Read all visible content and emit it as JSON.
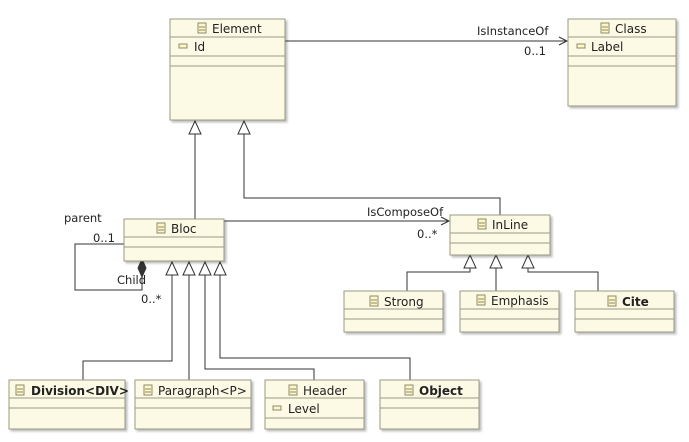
{
  "classes": {
    "element": {
      "name": "Element",
      "attributes": [
        "Id"
      ]
    },
    "class": {
      "name": "Class",
      "attributes": [
        "Label"
      ]
    },
    "bloc": {
      "name": "Bloc",
      "attributes": []
    },
    "inline": {
      "name": "InLine",
      "attributes": []
    },
    "strong": {
      "name": "Strong",
      "attributes": []
    },
    "emphasis": {
      "name": "Emphasis",
      "attributes": []
    },
    "cite": {
      "name": "Cite",
      "attributes": []
    },
    "division": {
      "name": "Division<DIV>",
      "attributes": []
    },
    "paragraph": {
      "name": "Paragraph<P>",
      "attributes": []
    },
    "header": {
      "name": "Header",
      "attributes": [
        "Level"
      ]
    },
    "object": {
      "name": "Object",
      "attributes": []
    }
  },
  "associations": {
    "is_instance_of": {
      "name": "IsInstanceOf",
      "multiplicity": "0..1"
    },
    "is_compose_of": {
      "name": "IsComposeOf",
      "multiplicity": "0..*"
    },
    "parent_child": {
      "parent_role": "parent",
      "parent_multiplicity": "0..1",
      "child_role": "Child",
      "child_multiplicity": "0..*"
    }
  },
  "colors": {
    "class_fill": "#fcfae4",
    "class_border": "#9a9a86",
    "line": "#333333"
  }
}
